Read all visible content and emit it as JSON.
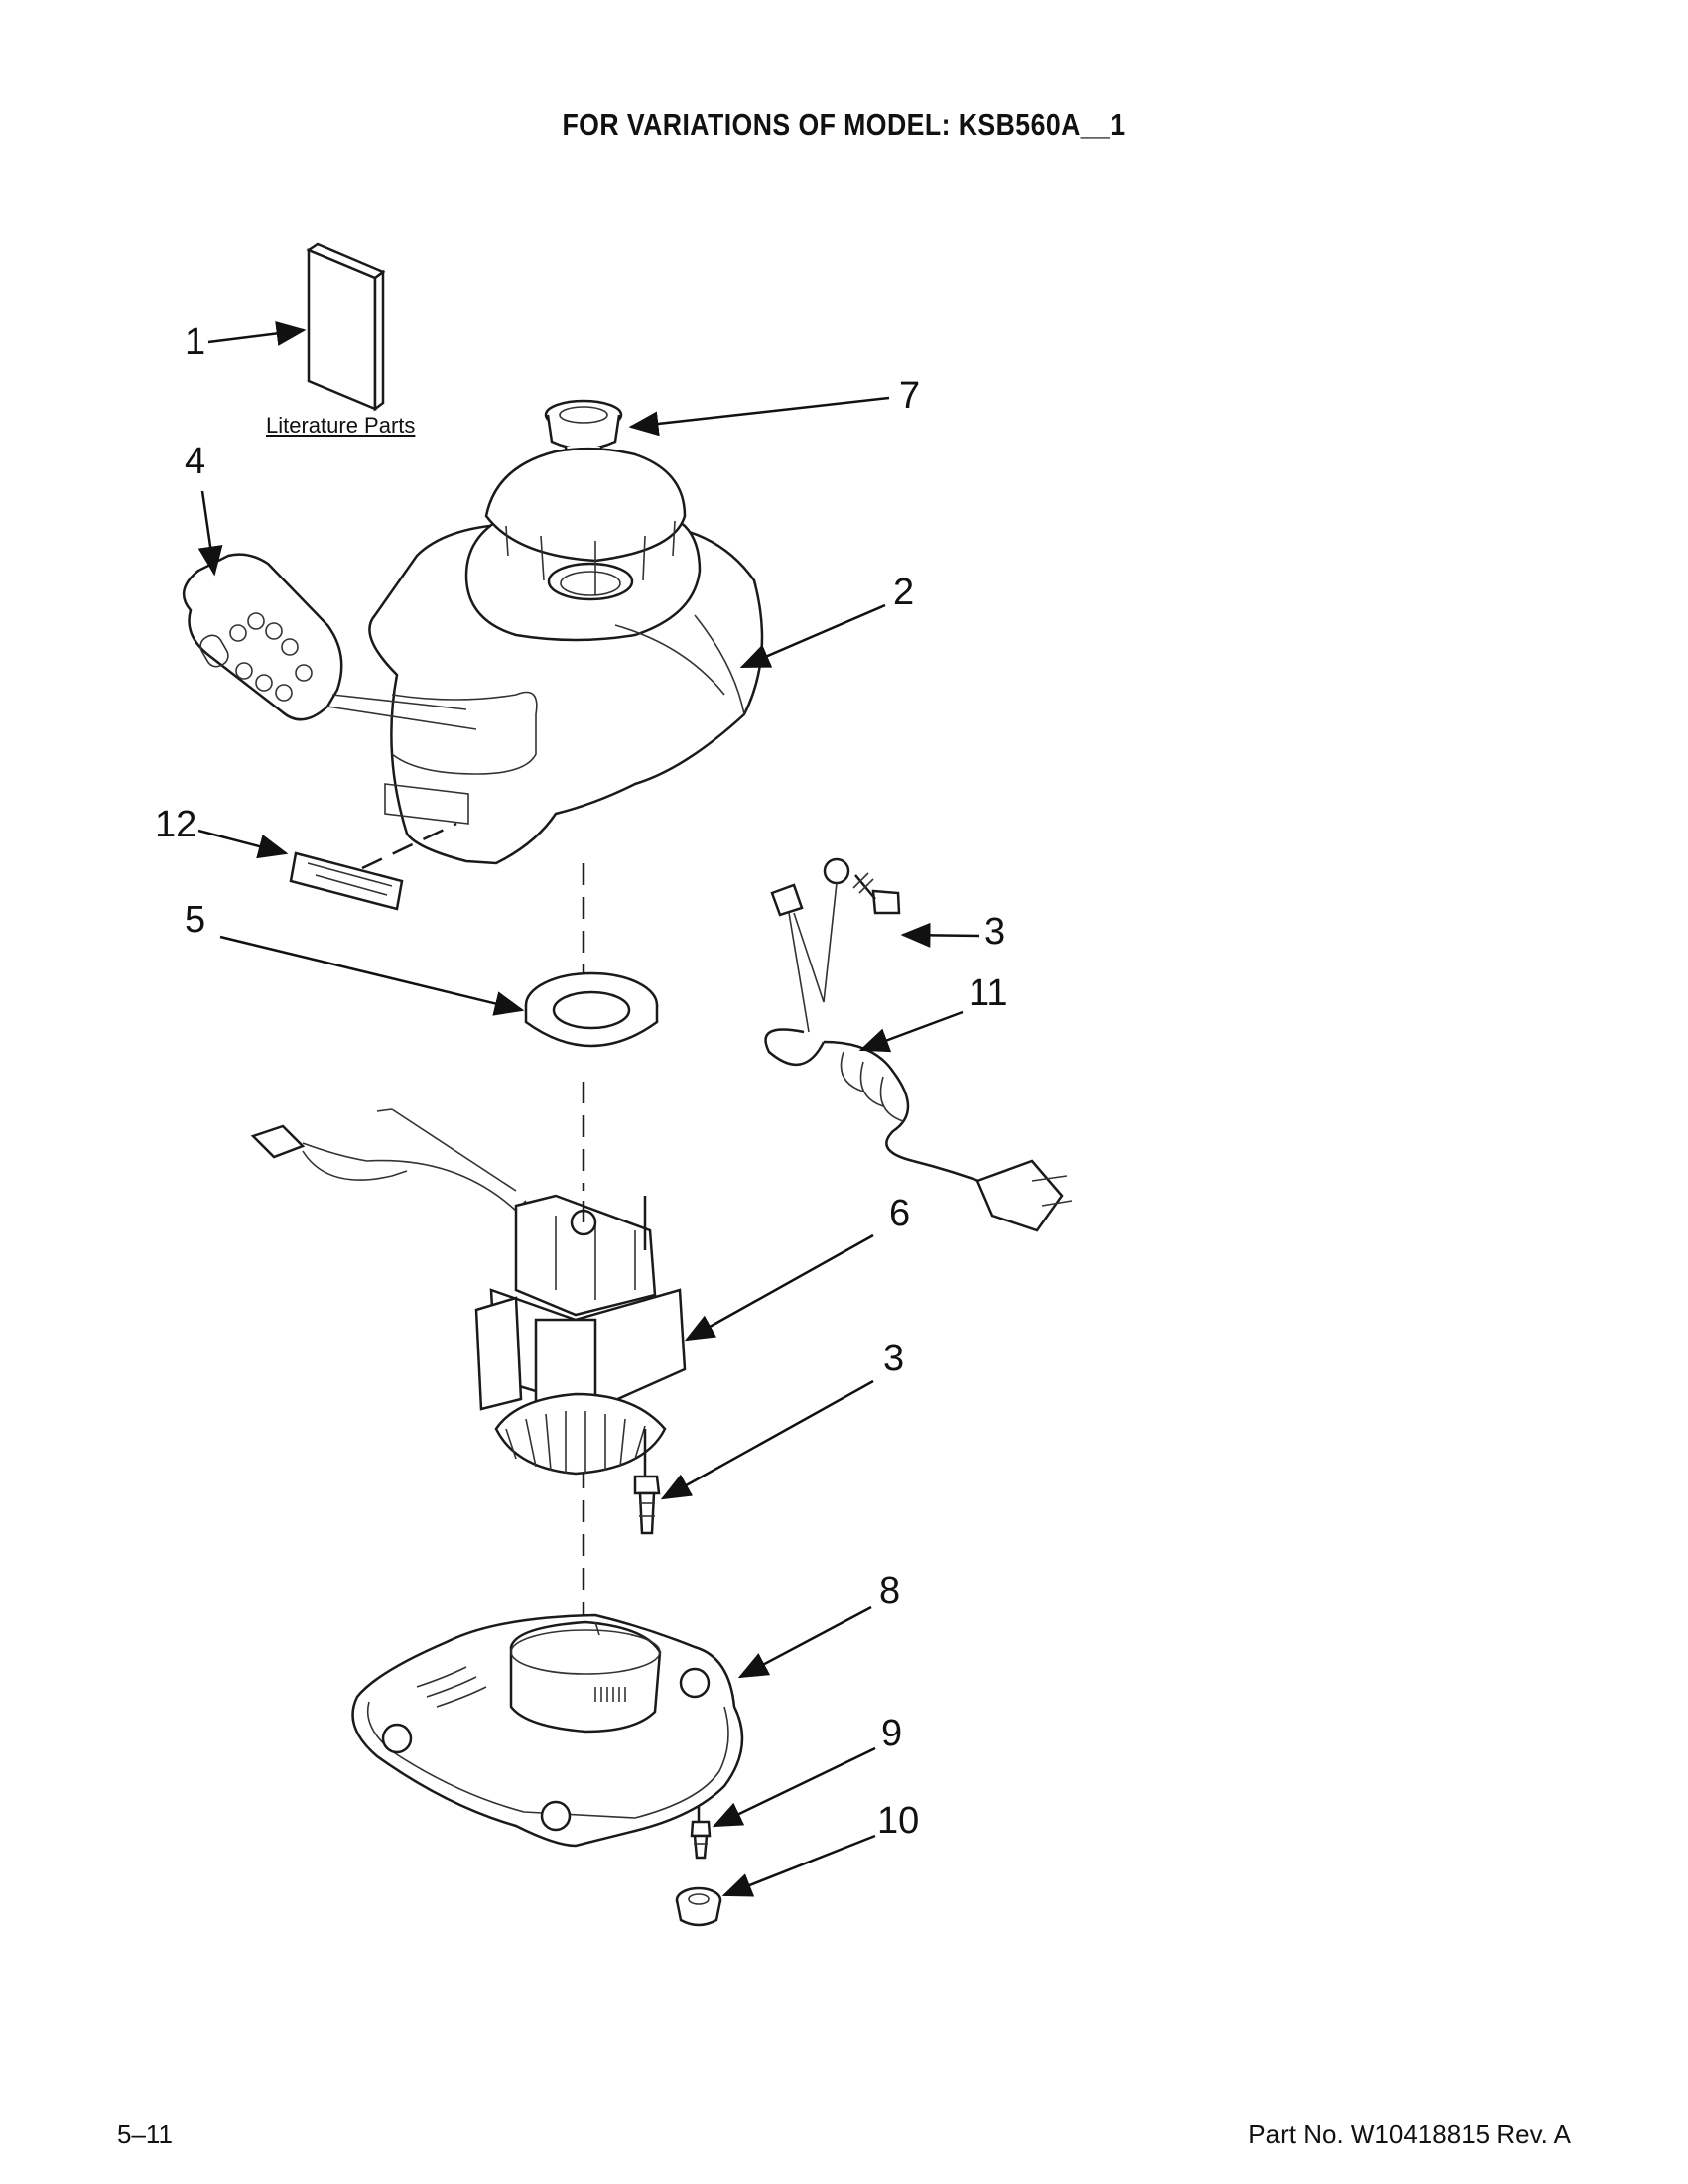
{
  "header": {
    "title": "FOR VARIATIONS OF MODEL: KSB560A__1"
  },
  "literature_label": "Literature Parts",
  "callouts": {
    "c1": "1",
    "c2": "2",
    "c3a": "3",
    "c3b": "3",
    "c4": "4",
    "c5": "5",
    "c6": "6",
    "c7": "7",
    "c8": "8",
    "c9": "9",
    "c10": "10",
    "c11": "11",
    "c12": "12"
  },
  "footer": {
    "page": "5–11",
    "part_no": "Part No. W10418815 Rev. A"
  }
}
